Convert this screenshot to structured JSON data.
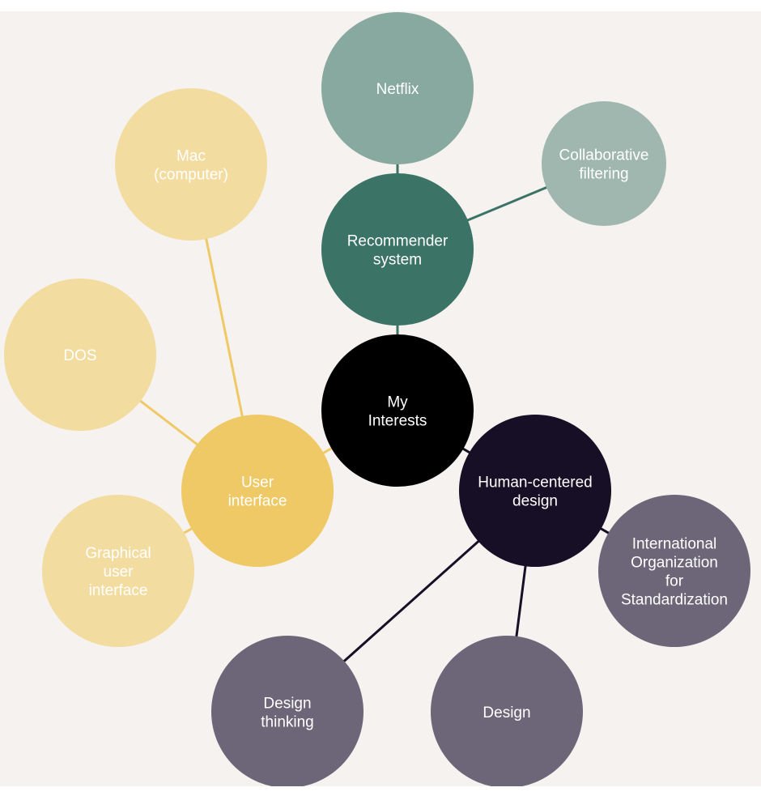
{
  "colors": {
    "background": "#f6f2ef",
    "center": "#000000",
    "recommender": "#3b7466",
    "recommender_light": "#88a99f",
    "recommender_lighter": "#9fb7af",
    "ui": "#eec966",
    "ui_light": "#f3dca0",
    "hcd": "#170f26",
    "hcd_light": "#6d6678",
    "line_recommender": "#3b7466",
    "line_ui": "#eec966",
    "line_hcd": "#170f26"
  },
  "nodes": {
    "center": {
      "lines": [
        "My",
        "Interests"
      ]
    },
    "recommender": {
      "lines": [
        "Recommender",
        "system"
      ]
    },
    "netflix": {
      "lines": [
        "Netflix"
      ]
    },
    "collab": {
      "lines": [
        "Collaborative",
        "filtering"
      ]
    },
    "ui": {
      "lines": [
        "User",
        "interface"
      ]
    },
    "mac": {
      "lines": [
        "Mac",
        "(computer)"
      ]
    },
    "dos": {
      "lines": [
        "DOS"
      ]
    },
    "gui": {
      "lines": [
        "Graphical",
        "user",
        "interface"
      ]
    },
    "hcd": {
      "lines": [
        "Human-centered",
        "design"
      ]
    },
    "iso": {
      "lines": [
        "International",
        "Organization",
        "for",
        "Standardization"
      ]
    },
    "design": {
      "lines": [
        "Design"
      ]
    },
    "design_thinking": {
      "lines": [
        "Design",
        "thinking"
      ]
    }
  }
}
